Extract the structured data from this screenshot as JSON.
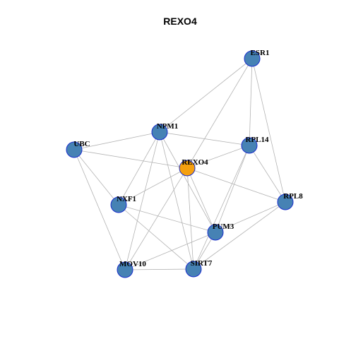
{
  "title": "REXO4",
  "colors": {
    "center": "#f5a00f",
    "node": "#4682b4",
    "node_border": "#1a2ecc",
    "edge": "#b3b3b3"
  },
  "nodes": [
    {
      "id": "REXO4",
      "label": "REXO4",
      "center": true
    },
    {
      "id": "ESR1",
      "label": "ESR1"
    },
    {
      "id": "NPM1",
      "label": "NPM1"
    },
    {
      "id": "RPL14",
      "label": "RPL14"
    },
    {
      "id": "UBC",
      "label": "UBC"
    },
    {
      "id": "NXF1",
      "label": "NXF1"
    },
    {
      "id": "RPL8",
      "label": "RPL8"
    },
    {
      "id": "PUM3",
      "label": "PUM3"
    },
    {
      "id": "MOV10",
      "label": "MOV10"
    },
    {
      "id": "SIRT7",
      "label": "SIRT7"
    }
  ],
  "edges": [
    [
      "ESR1",
      "NPM1"
    ],
    [
      "ESR1",
      "REXO4"
    ],
    [
      "ESR1",
      "RPL14"
    ],
    [
      "ESR1",
      "RPL8"
    ],
    [
      "NPM1",
      "UBC"
    ],
    [
      "NPM1",
      "RPL14"
    ],
    [
      "NPM1",
      "NXF1"
    ],
    [
      "NPM1",
      "PUM3"
    ],
    [
      "NPM1",
      "MOV10"
    ],
    [
      "NPM1",
      "SIRT7"
    ],
    [
      "UBC",
      "REXO4"
    ],
    [
      "UBC",
      "NXF1"
    ],
    [
      "UBC",
      "MOV10"
    ],
    [
      "REXO4",
      "RPL14"
    ],
    [
      "REXO4",
      "NXF1"
    ],
    [
      "REXO4",
      "RPL8"
    ],
    [
      "REXO4",
      "PUM3"
    ],
    [
      "REXO4",
      "MOV10"
    ],
    [
      "REXO4",
      "SIRT7"
    ],
    [
      "RPL14",
      "RPL8"
    ],
    [
      "RPL14",
      "PUM3"
    ],
    [
      "RPL14",
      "SIRT7"
    ],
    [
      "NXF1",
      "PUM3"
    ],
    [
      "NXF1",
      "SIRT7"
    ],
    [
      "RPL8",
      "PUM3"
    ],
    [
      "RPL8",
      "SIRT7"
    ],
    [
      "PUM3",
      "MOV10"
    ],
    [
      "PUM3",
      "SIRT7"
    ],
    [
      "MOV10",
      "SIRT7"
    ]
  ]
}
